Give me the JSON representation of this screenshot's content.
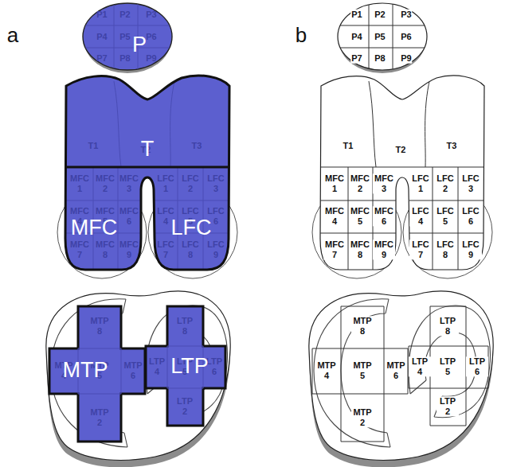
{
  "diagram": {
    "nodes": [
      {
        "text": [
          "P"
        ]
      },
      {
        "text": [
          "T"
        ]
      },
      {
        "text": [
          "MFC"
        ]
      },
      {
        "text": [
          "LFC"
        ]
      },
      {
        "text": [
          "MTP"
        ]
      },
      {
        "text": [
          "LTP"
        ]
      },
      {
        "text": [
          "P1"
        ]
      },
      {
        "text": [
          "P2"
        ]
      },
      {
        "text": [
          "P3"
        ]
      },
      {
        "text": [
          "P4"
        ]
      },
      {
        "text": [
          "P5"
        ]
      },
      {
        "text": [
          "P6"
        ]
      },
      {
        "text": [
          "P7"
        ]
      },
      {
        "text": [
          "P8"
        ]
      },
      {
        "text": [
          "P9"
        ]
      },
      {
        "text": [
          "T1"
        ]
      },
      {
        "text": [
          "T2"
        ]
      },
      {
        "text": [
          "T3"
        ]
      },
      {
        "text": [
          "MFC 1"
        ]
      },
      {
        "text": [
          "MFC 2"
        ]
      },
      {
        "text": [
          "MFC 3"
        ]
      },
      {
        "text": [
          "MFC 4"
        ]
      },
      {
        "text": [
          "MFC 5"
        ]
      },
      {
        "text": [
          "MFC 6"
        ]
      },
      {
        "text": [
          "MFC 7"
        ]
      },
      {
        "text": [
          "MFC 8"
        ]
      },
      {
        "text": [
          "MFC 9"
        ]
      },
      {
        "text": [
          "LFC 1"
        ]
      },
      {
        "text": [
          "LFC 2"
        ]
      },
      {
        "text": [
          "LFC 3"
        ]
      },
      {
        "text": [
          "LFC 4"
        ]
      },
      {
        "text": [
          "LFC 5"
        ]
      },
      {
        "text": [
          "LFC 6"
        ]
      },
      {
        "text": [
          "LFC 7"
        ]
      },
      {
        "text": [
          "LFC 8"
        ]
      },
      {
        "text": [
          "LFC 9"
        ]
      },
      {
        "text": [
          "MTP 8"
        ]
      },
      {
        "text": [
          "MTP 4"
        ]
      },
      {
        "text": [
          "MTP 5"
        ]
      },
      {
        "text": [
          "MTP 6"
        ]
      },
      {
        "text": [
          "MTP 2"
        ]
      },
      {
        "text": [
          "LTP 8"
        ]
      },
      {
        "text": [
          "LTP 4"
        ]
      },
      {
        "text": [
          "LTP 5"
        ]
      },
      {
        "text": [
          "LTP 6"
        ]
      },
      {
        "text": [
          "LTP 2"
        ]
      }
    ],
    "labels": [
      "a",
      "b",
      "P1",
      "P2",
      "P3",
      "P4",
      "P5",
      "P6",
      "P7",
      "P8",
      "P9",
      "T1",
      "T2",
      "T3",
      "MFC 1",
      "MFC 2",
      "MFC 3",
      "MFC 4",
      "MFC 5",
      "MFC 6",
      "MFC 7",
      "MFC 8",
      "MFC 9",
      "LFC 1",
      "LFC 2",
      "LFC 3",
      "LFC 4",
      "LFC 5",
      "LFC 6",
      "LFC 7",
      "LFC 8",
      "LFC 9",
      "MTP 8",
      "MTP 4",
      "MTP 5",
      "MTP 6",
      "MTP 2",
      "LTP 8",
      "LTP 4",
      "LTP 5",
      "LTP 6",
      "LTP 2"
    ]
  }
}
